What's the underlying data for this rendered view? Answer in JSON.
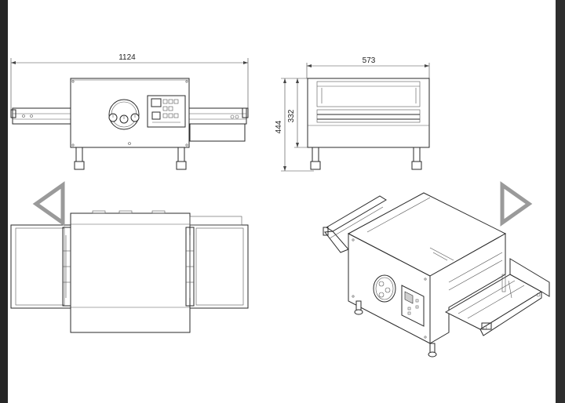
{
  "viewer": {
    "background": "#262626",
    "paper": "#ffffff",
    "nav_color": "#9a9a9a",
    "prev_icon": "triangle-left-outline",
    "next_icon": "triangle-right-outline"
  },
  "drawing": {
    "front_view": {
      "width_label": "1124"
    },
    "side_view": {
      "depth_label": "573",
      "height_total_label": "444",
      "height_body_label": "332"
    }
  }
}
